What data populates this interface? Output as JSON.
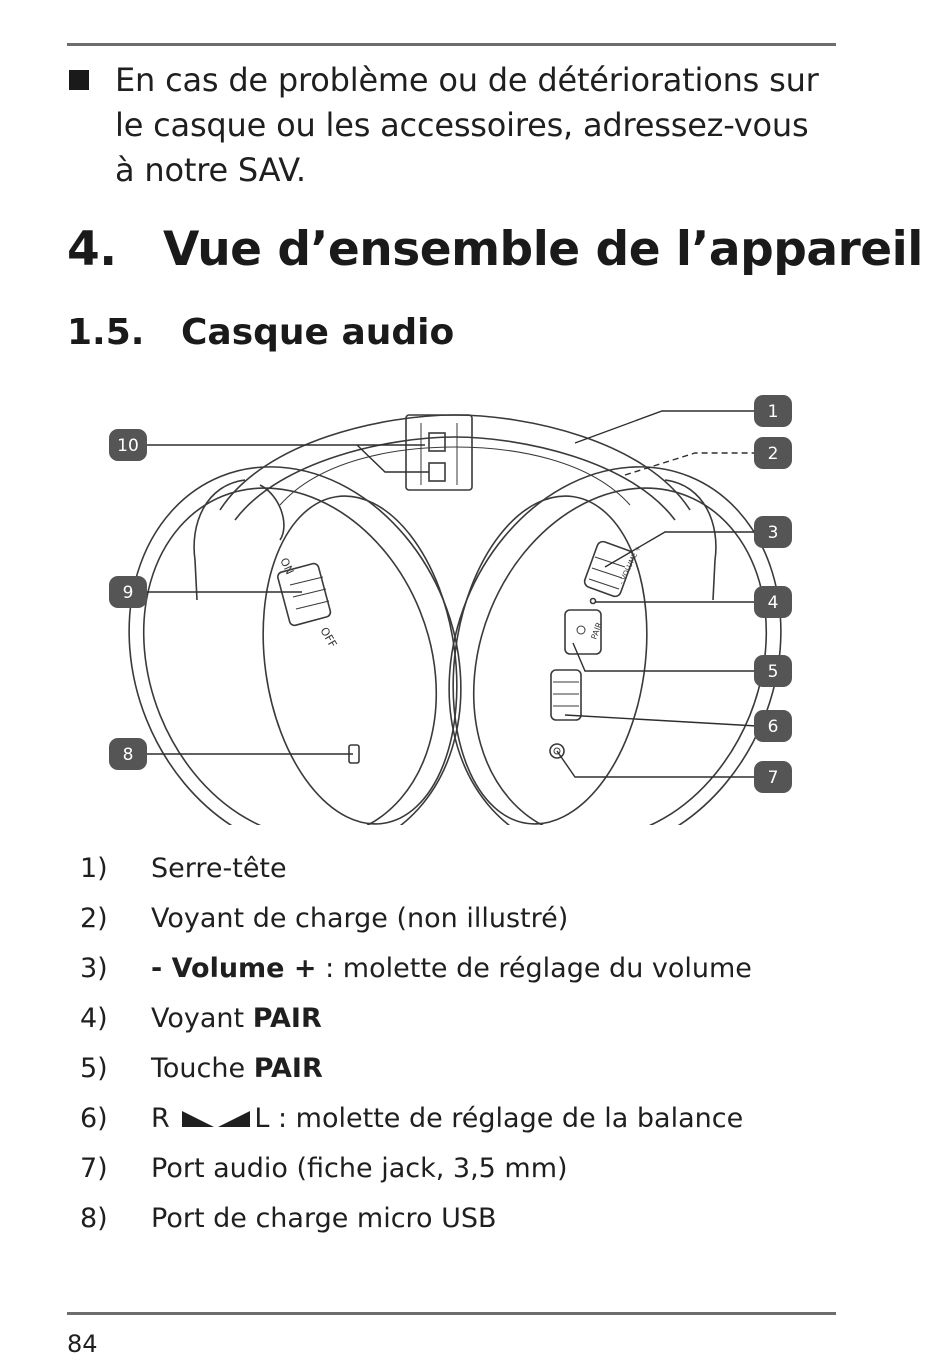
{
  "intro": {
    "text": "En cas de problème ou de détériorations sur le casque ou les accessoires, adressez-vous à notre SAV."
  },
  "section": {
    "number": "4.",
    "title": "Vue d’ensemble de l’appareil"
  },
  "subsection": {
    "number": "1.5.",
    "title": "Casque audio"
  },
  "diagram": {
    "callouts": [
      "1",
      "2",
      "3",
      "4",
      "5",
      "6",
      "7",
      "8",
      "9",
      "10"
    ],
    "device_labels": {
      "on": "ON",
      "off": "OFF",
      "pair": "PAIR",
      "volume": "- VOLUME +"
    }
  },
  "items": [
    {
      "n": "1)",
      "plain": "Serre-tête"
    },
    {
      "n": "2)",
      "plain": "Voyant de charge (non illustré)"
    },
    {
      "n": "3)",
      "bold": "- Volume +",
      "rest": " : molette de réglage du volume"
    },
    {
      "n": "4)",
      "plain": "Voyant ",
      "bold": "PAIR"
    },
    {
      "n": "5)",
      "plain": "Touche ",
      "bold": "PAIR"
    },
    {
      "n": "6)",
      "pre": "R",
      "mid": "L",
      "rest": " : molette de réglage de la balance"
    },
    {
      "n": "7)",
      "plain": "Port audio (fiche jack, 3,5 mm)"
    },
    {
      "n": "8)",
      "plain": "Port de charge micro USB"
    }
  ],
  "page_number": "84"
}
